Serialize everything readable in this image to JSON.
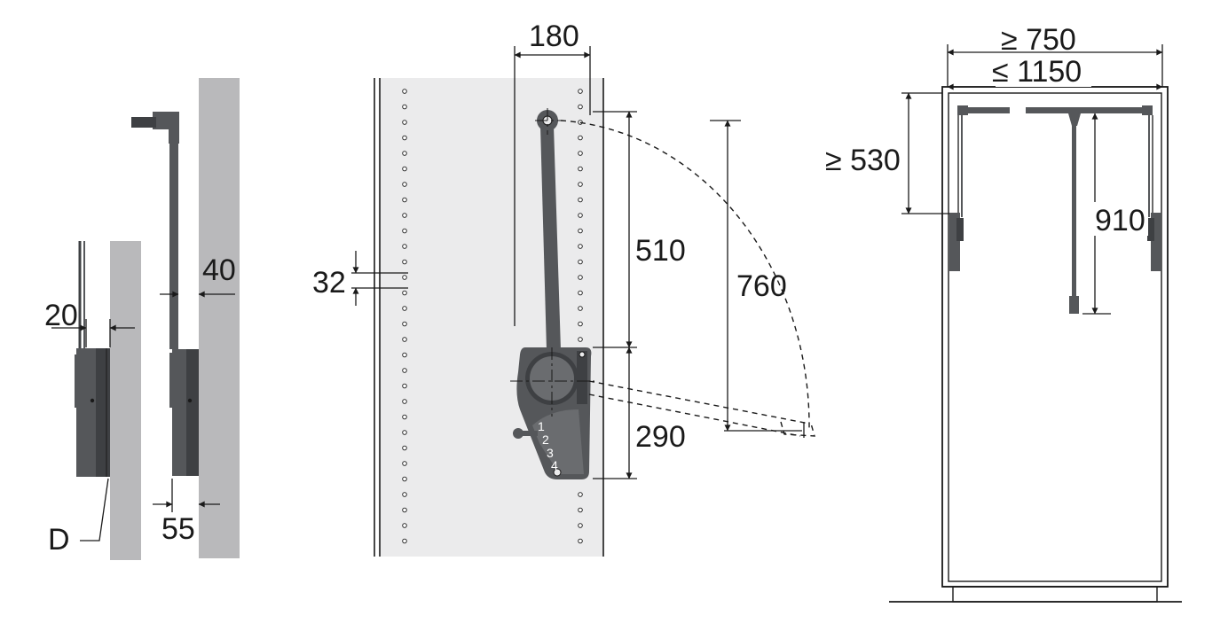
{
  "colors": {
    "panel": "#b9b9bb",
    "panel_light": "#ebebec",
    "mechanism": "#55575a",
    "mechanism_dark": "#3e4043",
    "line": "#1a1a1a"
  },
  "side_views": {
    "label_20": "20",
    "label_40": "40",
    "label_55": "55",
    "label_D": "D"
  },
  "front_view": {
    "label_180": "180",
    "label_32": "32",
    "label_510": "510",
    "label_760": "760",
    "label_290": "290",
    "positions": [
      "1",
      "2",
      "3",
      "4"
    ]
  },
  "cabinet_view": {
    "label_min_width": "≥ 750",
    "label_max_width": "≤ 1150",
    "label_min_depth": "≥ 530",
    "label_910": "910"
  }
}
